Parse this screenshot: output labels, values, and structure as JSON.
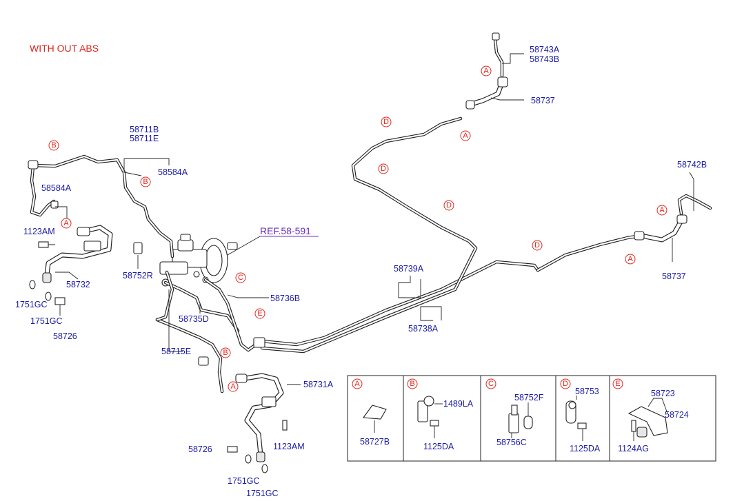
{
  "title": "WITH OUT ABS",
  "reference": "REF.58-591",
  "callouts": {
    "A": "A",
    "B": "B",
    "C": "C",
    "D": "D",
    "E": "E"
  },
  "parts": {
    "p58743A": "58743A",
    "p58743B": "58743B",
    "p58737_top": "58737",
    "p58711B": "58711B",
    "p58711E": "58711E",
    "p58584A_top": "58584A",
    "p58584A_left": "58584A",
    "p58742B": "58742B",
    "p1123AM_left": "1123AM",
    "p58752R": "58752R",
    "p58732": "58732",
    "p1751GC_a": "1751GC",
    "p1751GC_b": "1751GC",
    "p58726_left": "58726",
    "p58739A": "58739A",
    "p58737_right": "58737",
    "p58736B": "58736B",
    "p58735D": "58735D",
    "p58738A": "58738A",
    "p58715E": "58715E",
    "p58731A": "58731A",
    "p58726_bottom": "58726",
    "p1123AM_bottom": "1123AM",
    "p1751GC_c": "1751GC",
    "p1751GC_d": "1751GC"
  },
  "legend": {
    "A": {
      "letter": "A",
      "parts": [
        "58727B"
      ]
    },
    "B": {
      "letter": "B",
      "parts": [
        "1489LA",
        "1125DA"
      ]
    },
    "C": {
      "letter": "C",
      "parts": [
        "58752F",
        "58756C"
      ]
    },
    "D": {
      "letter": "D",
      "parts": [
        "58753",
        "1125DA"
      ]
    },
    "E": {
      "letter": "E",
      "parts": [
        "58723",
        "58724",
        "1124AG"
      ]
    }
  }
}
